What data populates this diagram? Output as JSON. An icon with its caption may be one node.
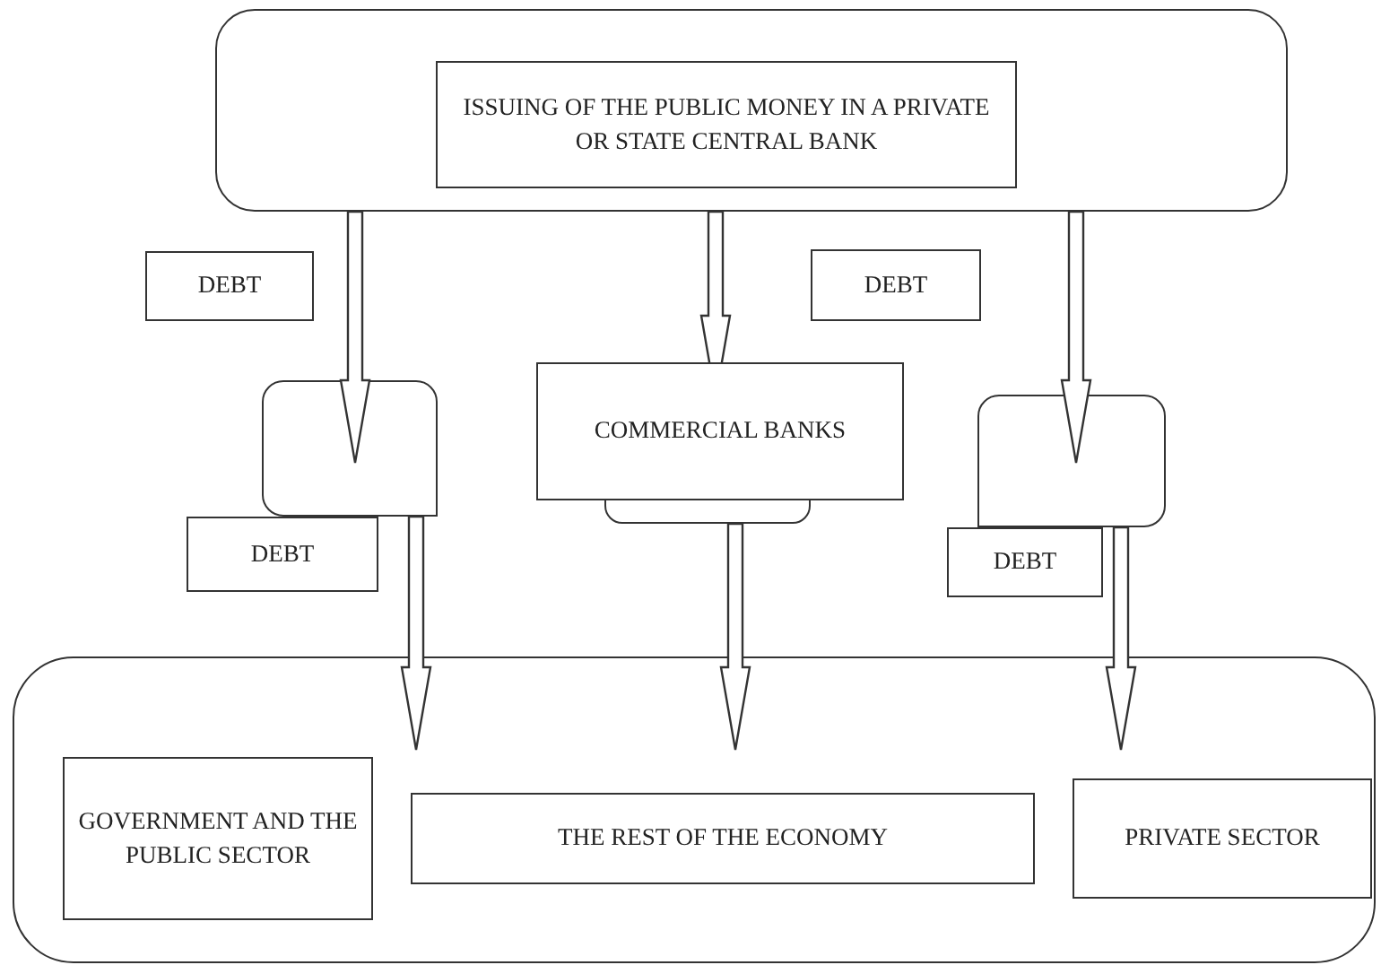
{
  "diagram": {
    "nodes": [
      {
        "text": [],
        "shape": "box"
      },
      {
        "text": [
          "ISSUING OF THE PUBLIC MONEY IN A PRIVATE OR STATE CENTRAL BANK"
        ],
        "in": 0
      },
      {
        "text": [
          "DEBT"
        ]
      },
      {
        "text": [
          "DEBT"
        ]
      },
      {
        "text": [],
        "shape": "box"
      },
      {
        "text": [
          "COMMERCIAL BANKS"
        ]
      },
      {
        "text": [],
        "shape": "box"
      },
      {
        "text": [],
        "shape": "box"
      },
      {
        "text": [
          "DEBT"
        ]
      },
      {
        "text": [
          "DEBT"
        ]
      },
      {
        "text": [],
        "shape": "box"
      },
      {
        "text": [
          "GOVERNMENT AND THE PUBLIC SECTOR"
        ],
        "in": 10
      },
      {
        "text": [
          "THE REST OF THE ECONOMY"
        ],
        "in": 10
      },
      {
        "text": [
          "PRIVATE SECTOR"
        ],
        "in": 10
      }
    ],
    "edges": [
      {
        "from": 0,
        "to": 4,
        "arrow": "to"
      },
      {
        "from": 0,
        "to": 5,
        "arrow": "to"
      },
      {
        "from": 0,
        "to": 7,
        "arrow": "to"
      },
      {
        "from": 4,
        "to": 10,
        "arrow": "to"
      },
      {
        "from": 6,
        "to": 10,
        "arrow": "to"
      },
      {
        "from": 7,
        "to": 10,
        "arrow": "to"
      }
    ]
  }
}
